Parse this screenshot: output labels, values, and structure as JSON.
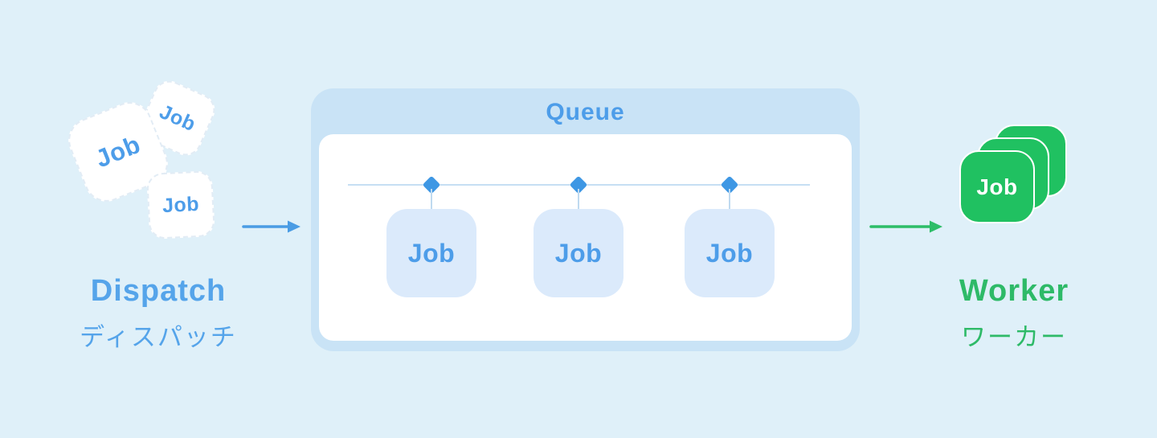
{
  "diagram": {
    "dispatch": {
      "label_en": "Dispatch",
      "label_ja": "ディスパッチ",
      "jobs": [
        "Job",
        "Job",
        "Job"
      ]
    },
    "queue": {
      "title": "Queue",
      "jobs": [
        "Job",
        "Job",
        "Job"
      ]
    },
    "worker": {
      "label_en": "Worker",
      "label_ja": "ワーカー",
      "job_label": "Job"
    },
    "colors": {
      "background": "#dff0f9",
      "blue_text": "#4d9de9",
      "queue_panel": "#c9e3f6",
      "queue_card": "#dbeafb",
      "diamond_blue": "#3e97e4",
      "green_card": "#20c161",
      "green_text": "#2eba68"
    }
  }
}
